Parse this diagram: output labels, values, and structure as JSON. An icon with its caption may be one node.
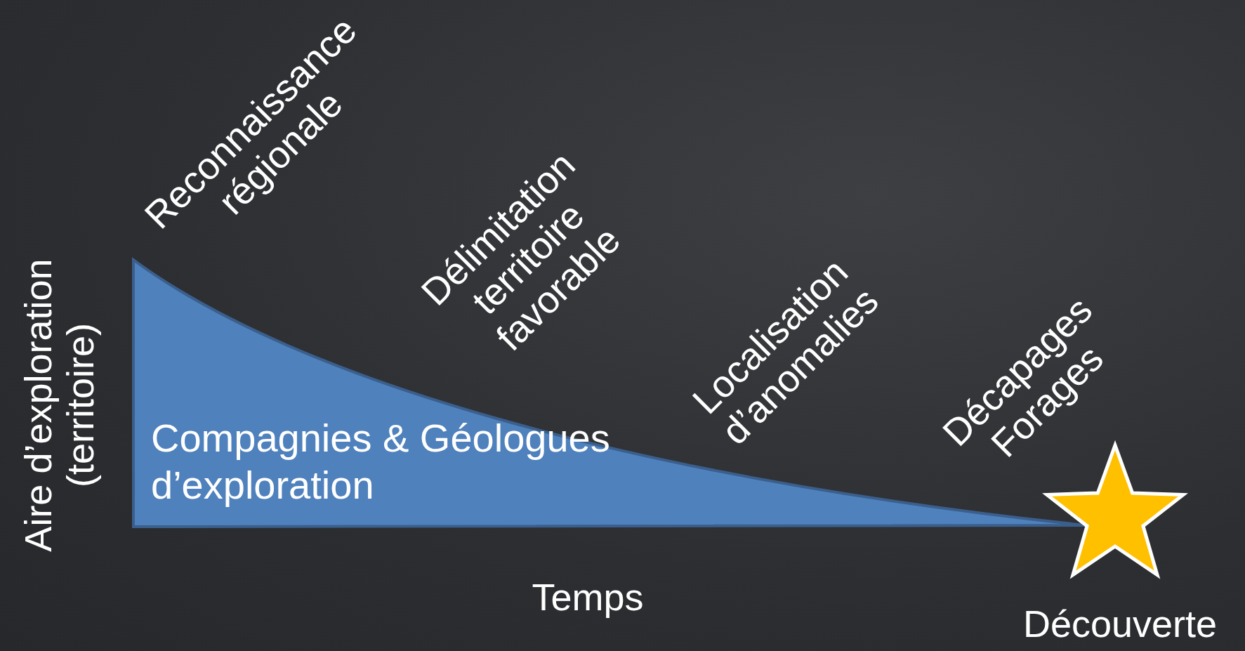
{
  "diagram": {
    "nodes": [
      {
        "text": [
          "Compagnies & Géologues d’exploration"
        ]
      }
    ],
    "labels": [
      "Reconnaissance régionale",
      "Délimitation territoire favorable",
      "Localisation d’anomalies",
      "Décapages Forages",
      "Aire d’exploration (territoire)",
      "Temps",
      "Découverte"
    ]
  }
}
